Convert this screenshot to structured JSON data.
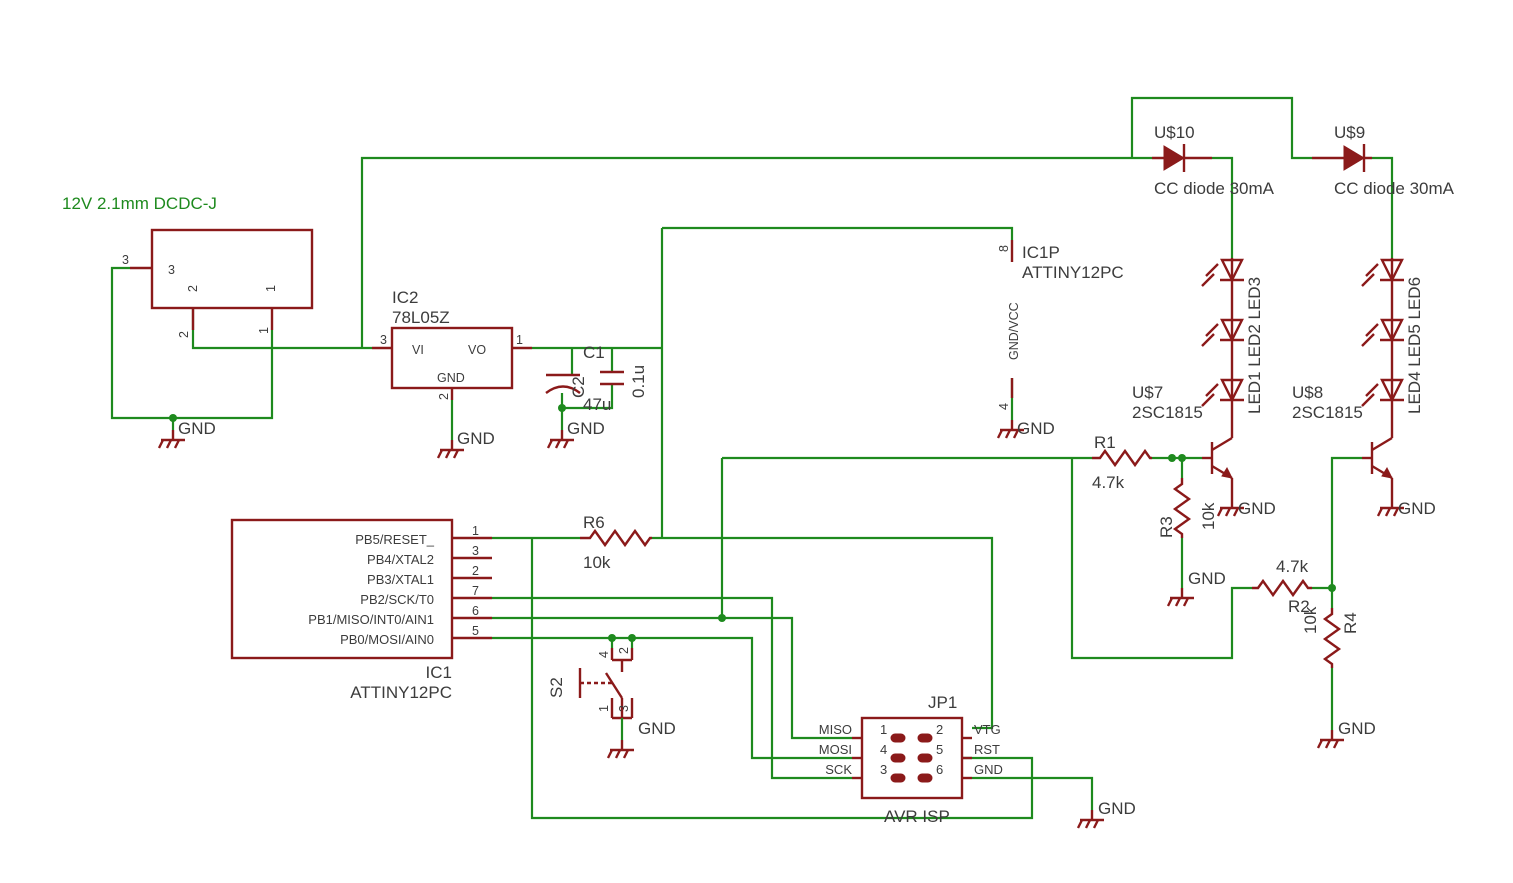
{
  "title_label": "12V 2.1mm DCDC-J",
  "jack": {
    "pins": [
      "3",
      "2",
      "1"
    ],
    "outer_pins": [
      "3",
      "2",
      "1"
    ]
  },
  "ic2": {
    "name": "IC2",
    "value": "78L05Z",
    "pins": {
      "vi": "VI",
      "vo": "VO",
      "gnd": "GND"
    },
    "pin_numbers": {
      "in": "3",
      "out": "1",
      "gnd": "2"
    }
  },
  "c1": {
    "name": "C1",
    "value": "0.1u"
  },
  "c2": {
    "name": "C2",
    "value": "47u"
  },
  "ic1p": {
    "name": "IC1P",
    "value": "ATTINY12PC",
    "label": "GND/VCC",
    "pin_top": "8",
    "pin_bottom": "4"
  },
  "ic1": {
    "name": "IC1",
    "value": "ATTINY12PC",
    "pins": [
      {
        "label": "PB5/RESET_",
        "num": "1"
      },
      {
        "label": "PB4/XTAL2",
        "num": "3"
      },
      {
        "label": "PB3/XTAL1",
        "num": "2"
      },
      {
        "label": "PB2/SCK/T0",
        "num": "7"
      },
      {
        "label": "PB1/MISO/INT0/AIN1",
        "num": "6"
      },
      {
        "label": "PB0/MOSI/AIN0",
        "num": "5"
      }
    ]
  },
  "r6": {
    "name": "R6",
    "value": "10k"
  },
  "r1": {
    "name": "R1",
    "value": "4.7k"
  },
  "r3": {
    "name": "R3",
    "value": "10k"
  },
  "r2": {
    "name": "R2",
    "value": "4.7k"
  },
  "r4": {
    "name": "R4",
    "value": "10k"
  },
  "s2": {
    "name": "S2",
    "pins": [
      "4",
      "2",
      "1",
      "3"
    ]
  },
  "u10": {
    "name": "U$10",
    "value": "CC diode 30mA"
  },
  "u9": {
    "name": "U$9",
    "value": "CC diode 30mA"
  },
  "u7": {
    "name": "U$7",
    "value": "2SC1815"
  },
  "u8": {
    "name": "U$8",
    "value": "2SC1815"
  },
  "led_left": "LED1 LED2 LED3",
  "led_right": "LED4 LED5 LED6",
  "jp1": {
    "name": "JP1",
    "value": "AVR ISP",
    "left_labels": [
      "MISO",
      "MOSI",
      "SCK"
    ],
    "right_labels": [
      "VTG",
      "RST",
      "GND"
    ],
    "left_nums": [
      "1",
      "4",
      "3"
    ],
    "right_nums": [
      "2",
      "5",
      "6"
    ]
  },
  "gnd": "GND",
  "colors": {
    "wire": "#1e8a1e",
    "part": "#8b1a1a",
    "text": "#3c3c3c"
  }
}
